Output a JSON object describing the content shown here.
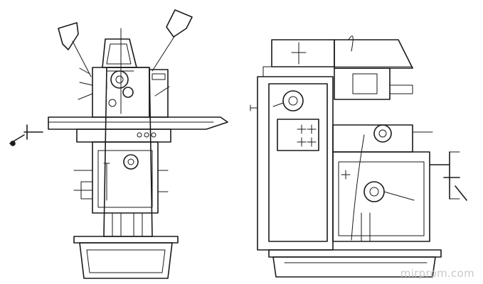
{
  "watermark": {
    "text": "mirprom.com"
  },
  "views": [
    {
      "id": "front-view",
      "icon": "milling-machine-front-view"
    },
    {
      "id": "side-view",
      "icon": "milling-machine-side-view"
    }
  ]
}
